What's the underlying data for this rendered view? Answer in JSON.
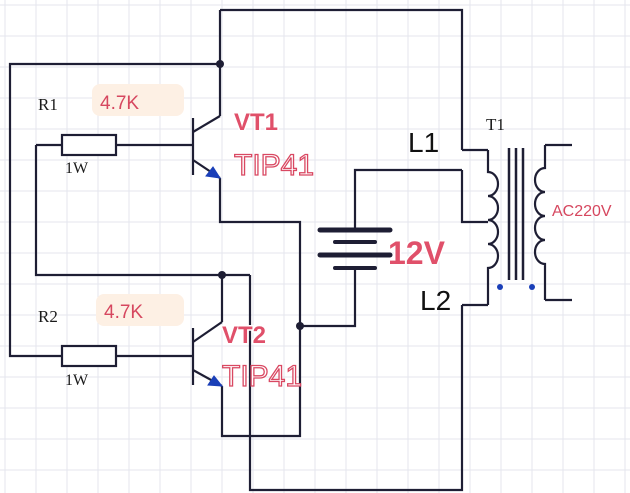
{
  "diagram": {
    "components": {
      "r1": {
        "name": "R1",
        "value": "4.7K",
        "power": "1W"
      },
      "r2": {
        "name": "R2",
        "value": "4.7K",
        "power": "1W"
      },
      "vt1": {
        "name": "VT1",
        "model": "TIP41"
      },
      "vt2": {
        "name": "VT2",
        "model": "TIP41"
      },
      "battery": {
        "voltage": "12V"
      },
      "transformer": {
        "name": "T1",
        "primary_top": "L1",
        "primary_bottom": "L2",
        "secondary": "AC220V"
      }
    },
    "colors": {
      "wire": "#1e1e34",
      "grid": "#e4e6ee",
      "label_red": "#e0506a",
      "label_highlight": "#fdf0e4"
    }
  }
}
